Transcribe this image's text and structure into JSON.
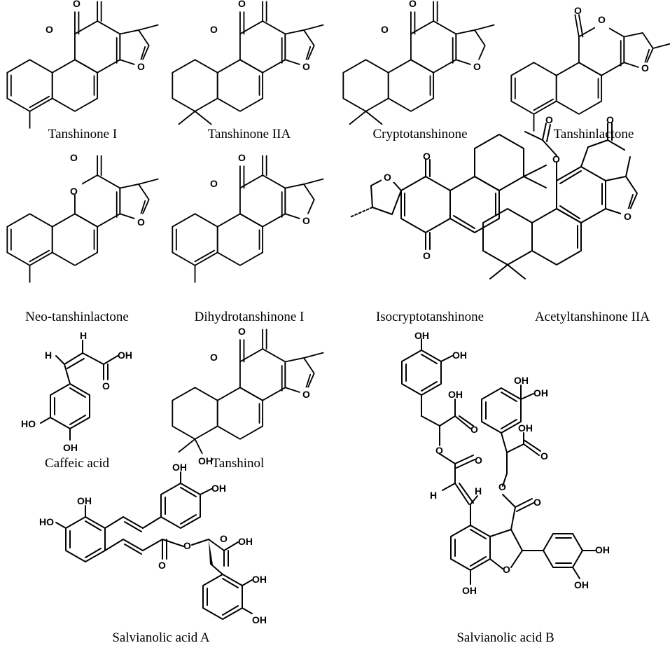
{
  "figure": {
    "compounds": [
      {
        "id": "tanshinone-i",
        "name": "Tanshinone I"
      },
      {
        "id": "tanshinone-iia",
        "name": "Tanshinone IIA"
      },
      {
        "id": "cryptotanshinone",
        "name": "Cryptotanshinone"
      },
      {
        "id": "tanshinlactone",
        "name": "Tanshinlactone"
      },
      {
        "id": "neo-tanshinlactone",
        "name": "Neo-tanshinlactone"
      },
      {
        "id": "dihydrotanshinone-i",
        "name": "Dihydrotanshinone I"
      },
      {
        "id": "isocryptotanshinone",
        "name": "Isocryptotanshinone"
      },
      {
        "id": "acetyltanshinone-iia",
        "name": "Acetyltanshinone IIA"
      },
      {
        "id": "caffeic-acid",
        "name": "Caffeic acid"
      },
      {
        "id": "tanshinol",
        "name": "Tanshinol"
      },
      {
        "id": "salvianolic-acid-a",
        "name": "Salvianolic acid A"
      },
      {
        "id": "salvianolic-acid-b",
        "name": "Salvianolic acid B"
      }
    ],
    "atoms": {
      "O": "O",
      "OH": "OH",
      "HO": "HO",
      "H": "H"
    }
  }
}
